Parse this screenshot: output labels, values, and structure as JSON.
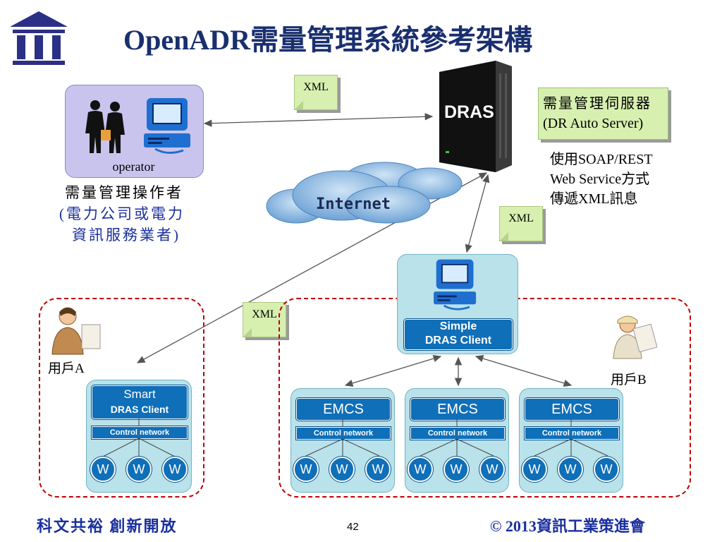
{
  "title": "OpenADR需量管理系統參考架構",
  "xml_label": "XML",
  "operator": {
    "label": "operator",
    "role_line1": "需量管理操作者",
    "role_line2": "(電力公司或電力",
    "role_line3": "資訊服務業者)"
  },
  "internet_label": "Internet",
  "dras": {
    "rack_label": "DRAS",
    "server_line1": "需量管理伺服器",
    "server_line2": "(DR Auto Server)",
    "desc_line1": "使用SOAP/REST",
    "desc_line2": "Web Service方式",
    "desc_line3": "傳遞XML訊息"
  },
  "user_a": {
    "label": "用戶A",
    "client_line1": "Smart",
    "client_line2": "DRAS Client",
    "control_network": "Control network",
    "nodes": [
      "W",
      "W",
      "W"
    ]
  },
  "user_b": {
    "label": "用戶B",
    "client_line1": "Simple",
    "client_line2": "DRAS Client",
    "emcs": [
      {
        "label": "EMCS",
        "control_network": "Control network",
        "nodes": [
          "W",
          "W",
          "W"
        ]
      },
      {
        "label": "EMCS",
        "control_network": "Control network",
        "nodes": [
          "W",
          "W",
          "W"
        ]
      },
      {
        "label": "EMCS",
        "control_network": "Control network",
        "nodes": [
          "W",
          "W",
          "W"
        ]
      }
    ]
  },
  "footer": {
    "left": "科文共裕 創新開放",
    "page_number": "42",
    "right": "© 2013資訊工業策進會"
  },
  "colors": {
    "title": "#1a2f6e",
    "xml_note": "#d7f0b0",
    "operator_box": "#c9c4ee",
    "client_box": "#b9e2ea",
    "bar_blue": "#0f6fb8",
    "dashed_red": "#c00000"
  }
}
